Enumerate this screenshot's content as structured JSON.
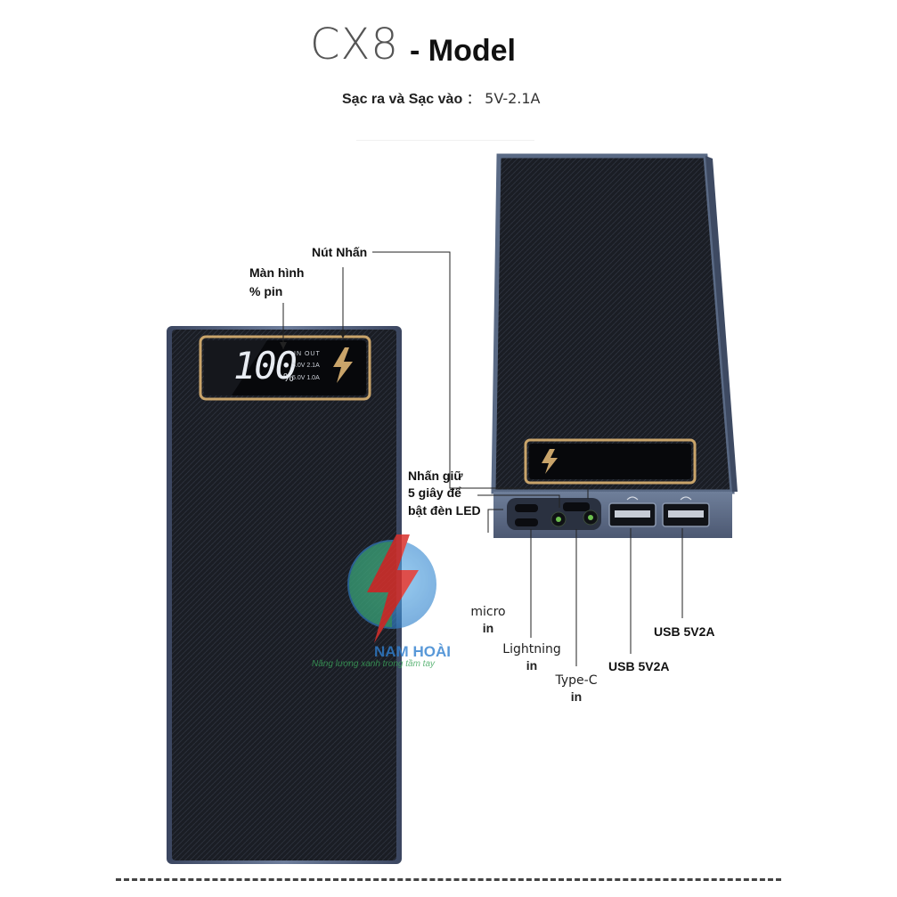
{
  "header": {
    "model": "CX8",
    "suffix": "- Model",
    "spec_label": "Sạc ra và Sạc vào",
    "spec_sep": "：",
    "spec_value": "5V-2.1A"
  },
  "labels": {
    "nut_nhan": "Nút Nhấn",
    "man_hinh_1": "Màn hình",
    "man_hinh_2": "% pin",
    "nhan_giu_1": "Nhấn giữ",
    "nhan_giu_2": "5 giây để",
    "nhan_giu_3": "bật đèn LED",
    "micro": "micro",
    "micro_in": "in",
    "lightning": "Lightning",
    "lightning_in": "in",
    "typec": "Type-C",
    "typec_in": "in",
    "usb1": "USB 5V2A",
    "usb2": "USB 5V2A"
  },
  "display": {
    "percent": "100",
    "pct_sign": "%",
    "in_out": "IN  OUT",
    "in_spec": "5.0V 2.1A",
    "out_spec": "5.0V 1.0A"
  },
  "watermark": {
    "brand": "NAM HOÀI",
    "tagline": "Năng lượng xanh trong tầm tay"
  },
  "colors": {
    "case": "#1c1f26",
    "edge": "#5a6a85",
    "gold": "#c9a46a",
    "accent_red": "#d9302c"
  }
}
